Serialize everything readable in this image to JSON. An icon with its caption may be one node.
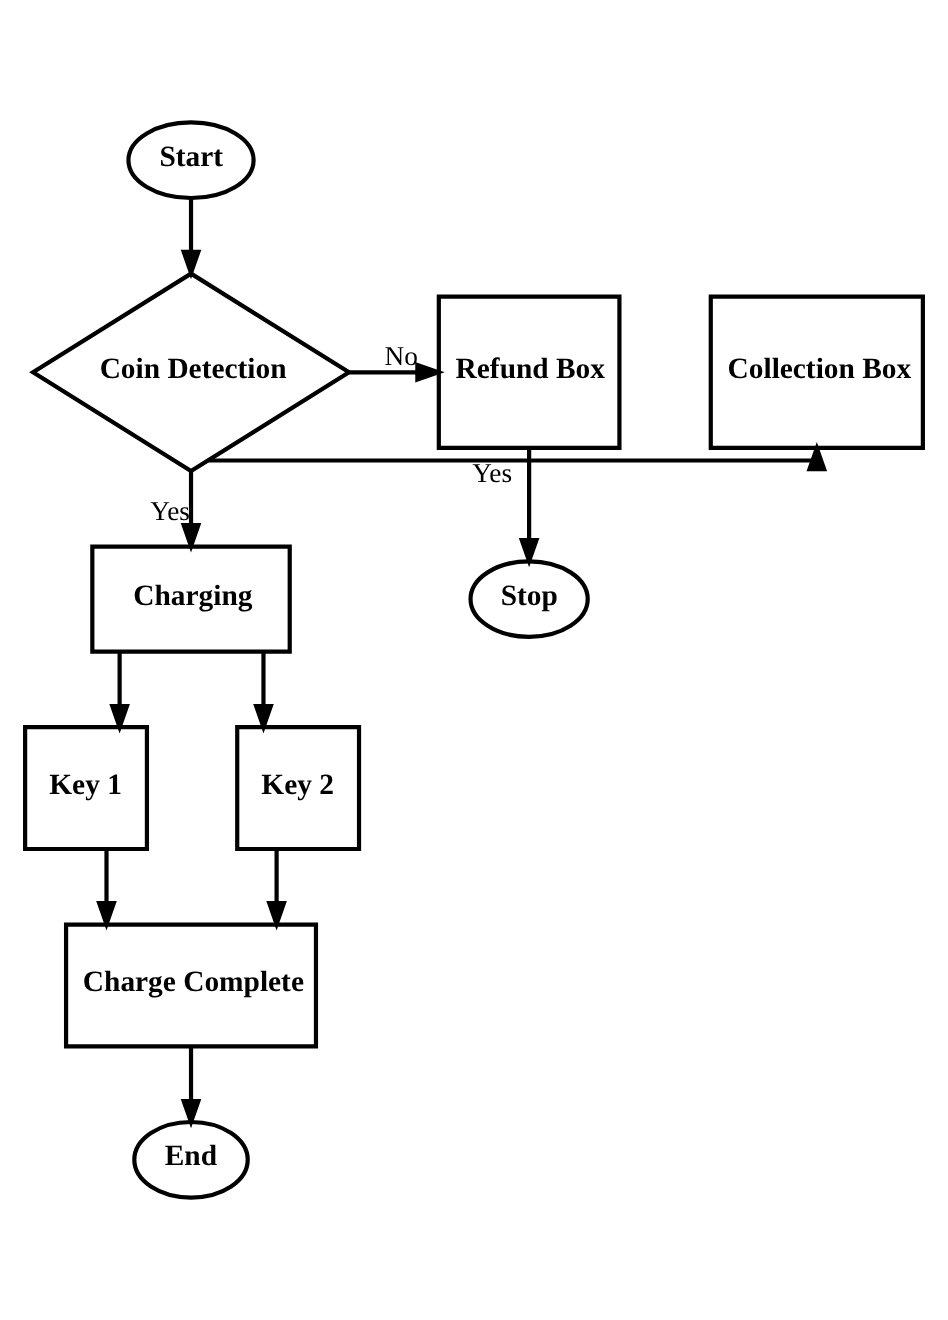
{
  "diagram": {
    "nodes": [
      {
        "text": [
          "Start"
        ]
      },
      {
        "text": [
          "Coin Detection"
        ]
      },
      {
        "text": [
          "Collection Box"
        ]
      },
      {
        "text": [
          "Refund Box"
        ]
      },
      {
        "text": [
          "Charging"
        ]
      },
      {
        "text": [
          "Stop"
        ]
      },
      {
        "text": [
          "Key 1"
        ]
      },
      {
        "text": [
          "Key 2"
        ]
      },
      {
        "text": [
          "Charge Complete"
        ]
      },
      {
        "text": [
          "End"
        ]
      }
    ],
    "edges": [
      {
        "from": 0,
        "to": 1,
        "arrow": "to"
      },
      {
        "from": 1,
        "to": 2,
        "arrow": "to",
        "label": "Yes"
      },
      {
        "from": 1,
        "to": 3,
        "arrow": "to",
        "label": "No"
      },
      {
        "from": 1,
        "to": 4,
        "arrow": "to",
        "label": "Yes"
      },
      {
        "from": 3,
        "to": 5,
        "arrow": "to"
      },
      {
        "from": 4,
        "to": 6,
        "arrow": "to"
      },
      {
        "from": 4,
        "to": 7,
        "arrow": "to"
      },
      {
        "from": 6,
        "to": 8,
        "arrow": "to"
      },
      {
        "from": 7,
        "to": 8,
        "arrow": "to"
      },
      {
        "from": 8,
        "to": 9,
        "arrow": "to"
      }
    ]
  }
}
